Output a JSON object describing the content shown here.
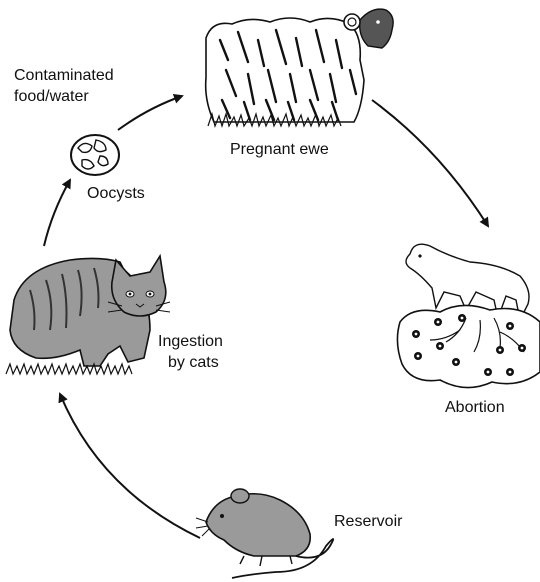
{
  "labels": {
    "contaminated_line1": "Contaminated",
    "contaminated_line2": "food/water",
    "pregnant_ewe": "Pregnant ewe",
    "oocysts": "Oocysts",
    "ingestion_line1": "Ingestion",
    "ingestion_line2": "by cats",
    "abortion": "Abortion",
    "reservoir": "Reservoir"
  },
  "icons": [
    "sheep-icon",
    "oocysts-icon",
    "cat-icon",
    "aborted-lamb-icon",
    "placenta-icon",
    "mouse-icon"
  ]
}
